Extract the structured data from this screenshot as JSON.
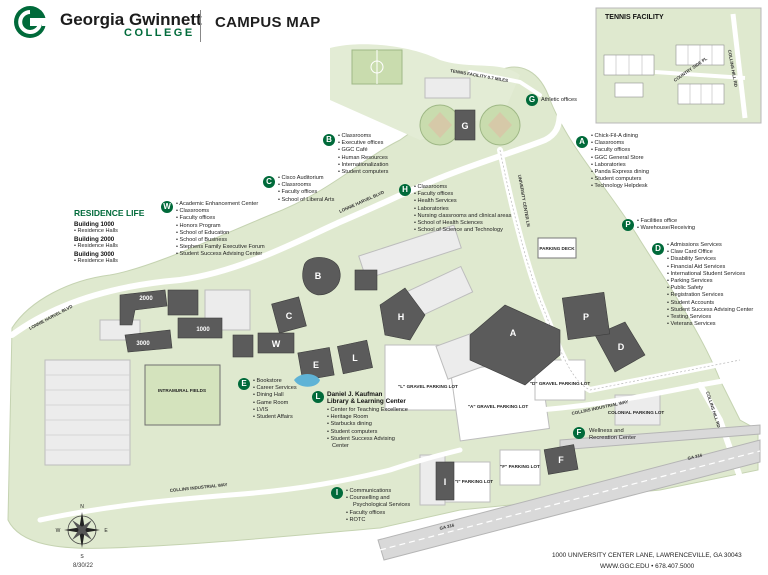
{
  "header": {
    "brand_name": "Georgia Gwinnett",
    "brand_sub": "COLLEGE",
    "title": "CAMPUS MAP"
  },
  "tennis_facility": {
    "title": "TENNIS FACILITY",
    "road_1": "COLLINS HILL RD",
    "road_2": "COUNTRY SIDE PL"
  },
  "residence_life": {
    "title": "RESIDENCE LIFE",
    "buildings": [
      {
        "name": "Building 1000",
        "detail": "Residence Halls"
      },
      {
        "name": "Building 2000",
        "detail": "Residence Halls"
      },
      {
        "name": "Building 3000",
        "detail": "Residence Halls"
      }
    ]
  },
  "legend": {
    "A": [
      "Chick-Fil-A dining",
      "Classrooms",
      "Faculty offices",
      "GGC General Store",
      "Laboratories",
      "Panda Express dining",
      "Student computers",
      "Technology Helpdesk"
    ],
    "B": [
      "Classrooms",
      "Executive offices",
      "GGC Café",
      "Human Resources",
      "Internationalization",
      "Student computers"
    ],
    "C": [
      "Cisco Auditorium",
      "Classrooms",
      "Faculty offices",
      "School of Liberal Arts"
    ],
    "D": [
      "Admissions Services",
      "Claw Card Office",
      "Disability Services",
      "Financial Aid Services",
      "International Student Services",
      "Parking Services",
      "Public Safety",
      "Registration Services",
      "Student Accounts",
      "Student Success Advising Center",
      "Testing Services",
      "Veterans Services"
    ],
    "E": [
      "Bookstore",
      "Career Services",
      "Dining Hall",
      "Game Room",
      "LVIS",
      "Student Affairs"
    ],
    "F": [
      "Wellness and",
      "Recreation Center"
    ],
    "G": [
      "Athletic offices"
    ],
    "H": [
      "Classrooms",
      "Faculty offices",
      "Health Services",
      "Laboratories",
      "Nursing classrooms and clinical areas",
      "School of Health Sciences",
      "School of Science and Technology"
    ],
    "I": [
      "Communications",
      "Counselling and",
      "Psychological Services",
      "Faculty offices",
      "ROTC"
    ],
    "L_title": [
      "Daniel J. Kaufman",
      "Library & Learning Center"
    ],
    "L": [
      "Center for Teaching Excellence",
      "Heritage Room",
      "Starbucks dining",
      "Student computers",
      "Student Success Advising",
      "Center"
    ],
    "P": [
      "Facilities office",
      "Warehouse/Receiving"
    ],
    "W": [
      "Academic Enhancement Center",
      "Classrooms",
      "Faculty offices",
      "Honors Program",
      "School of Education",
      "School of Business",
      "Stephens Family Executive Forum",
      "Student Success Advising Center"
    ]
  },
  "map_labels": {
    "buildings": [
      "A",
      "B",
      "C",
      "D",
      "E",
      "F",
      "G",
      "H",
      "I",
      "L",
      "P",
      "W"
    ],
    "residence": [
      "1000",
      "2000",
      "3000"
    ],
    "lots": [
      "\"L\" GRAVEL PARKING LOT",
      "\"A\" GRAVEL PARKING LOT",
      "\"D\" GRAVEL PARKING LOT",
      "\"I\" PARKING LOT",
      "\"F\" PARKING LOT",
      "COLONIAL PARKING LOT",
      "PARKING DECK",
      "INTRAMURAL FIELDS"
    ],
    "roads": [
      "LONNIE HARVEL BLVD",
      "LONNIE HARVEL BLVD",
      "TENNIS FACILITY 0.7 MILES",
      "UNIVERSITY CENTER LN",
      "COLLINS INDUSTRIAL WAY",
      "COLLINS INDUSTRIAL WAY",
      "COLLINS HILL RD",
      "GA 316",
      "GA 316"
    ]
  },
  "footer": {
    "address": "1000 UNIVERSITY CENTER LANE, LAWRENCEVILLE, GA 30043",
    "web_phone": "WWW.GGC.EDU  •  678.407.5000",
    "date": "8/30/22"
  },
  "compass": [
    "N",
    "E",
    "S",
    "W"
  ],
  "colors": {
    "brand_green": "#006a3a",
    "land": "#dfe9cf",
    "building": "#5a5a5a",
    "road": "#ffffff",
    "parking": "#e9e9e9"
  }
}
